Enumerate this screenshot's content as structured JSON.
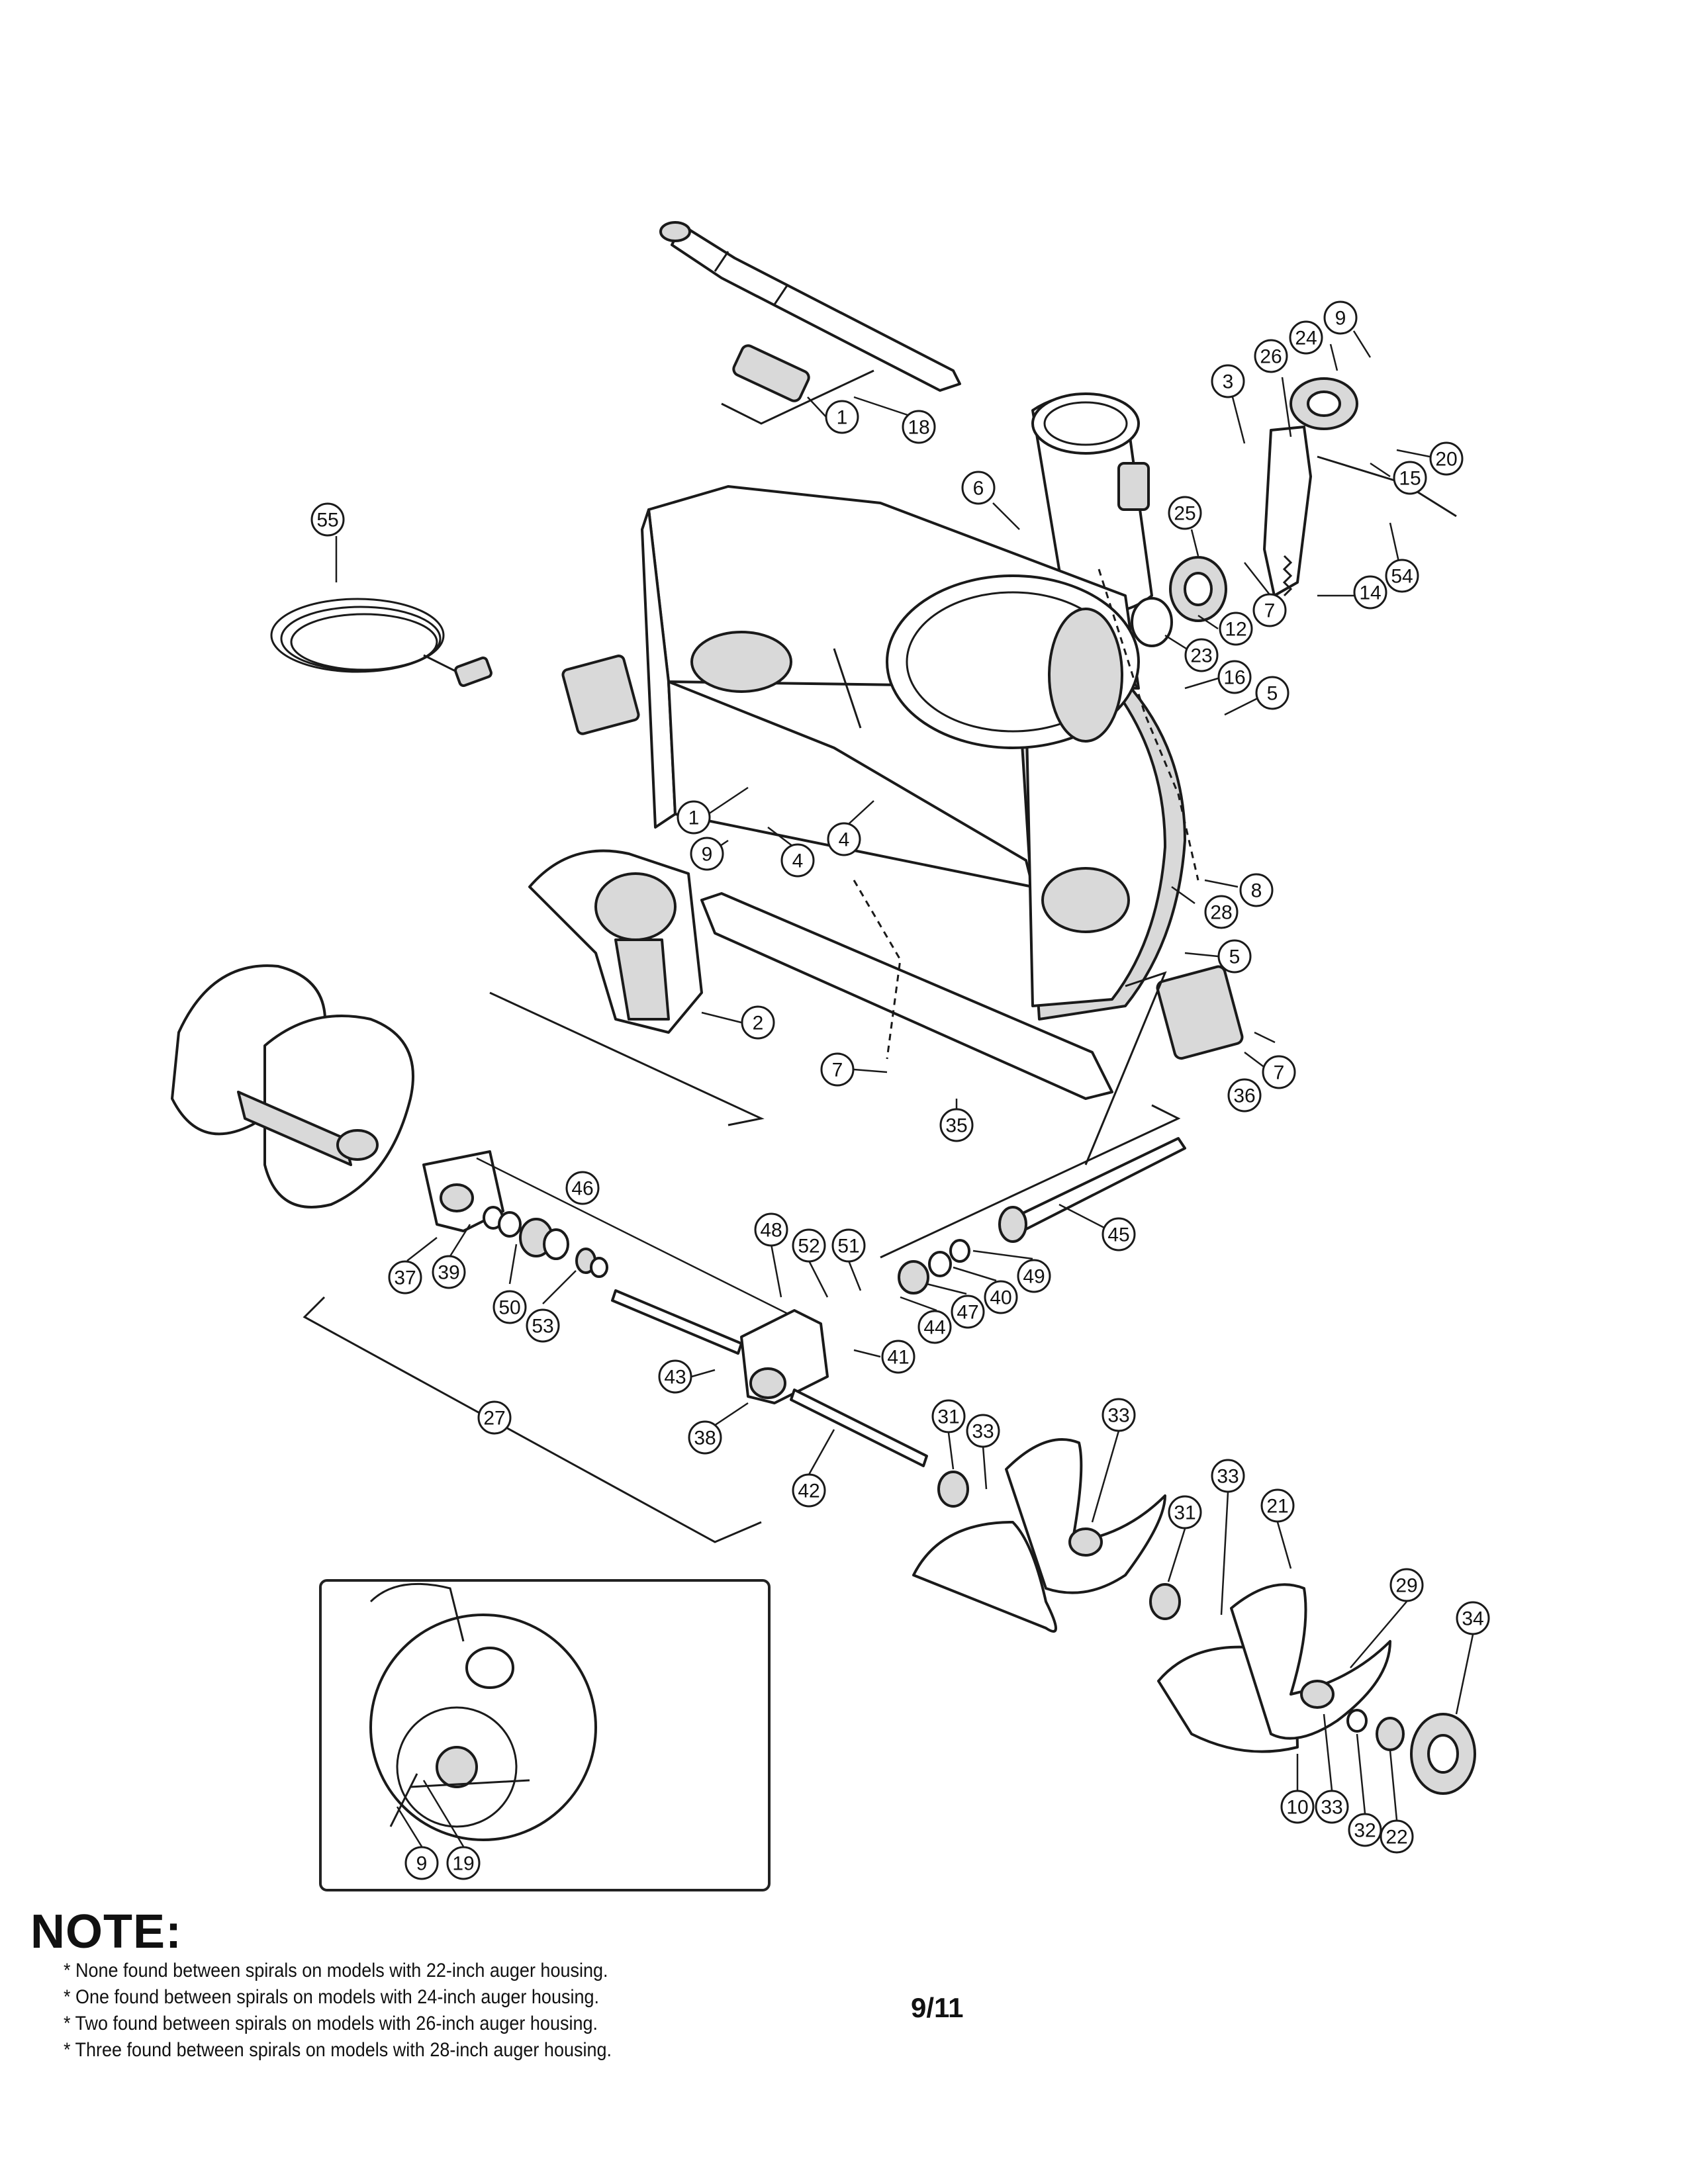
{
  "callouts": [
    "1",
    "18",
    "55",
    "6",
    "3",
    "26",
    "24",
    "9",
    "20",
    "15",
    "25",
    "7",
    "14",
    "54",
    "23",
    "12",
    "16",
    "5",
    "1",
    "9",
    "4",
    "4",
    "8",
    "28",
    "5",
    "2",
    "7",
    "35",
    "36",
    "7",
    "46",
    "45",
    "48",
    "52",
    "51",
    "37",
    "39",
    "50",
    "53",
    "40",
    "49",
    "47",
    "44",
    "41",
    "43",
    "38",
    "27",
    "42",
    "31",
    "33",
    "33",
    "31",
    "33",
    "21",
    "29",
    "34",
    "10",
    "33",
    "32",
    "22",
    "9",
    "19"
  ],
  "note": {
    "heading": "NOTE:",
    "lines": [
      "* None found between spirals on models with 22-inch auger housing.",
      "* One found between spirals on models with 24-inch auger housing.",
      "* Two found between spirals on models with 26-inch auger housing.",
      "* Three found between spirals on models with 28-inch auger housing."
    ]
  },
  "page_number": "9/11"
}
